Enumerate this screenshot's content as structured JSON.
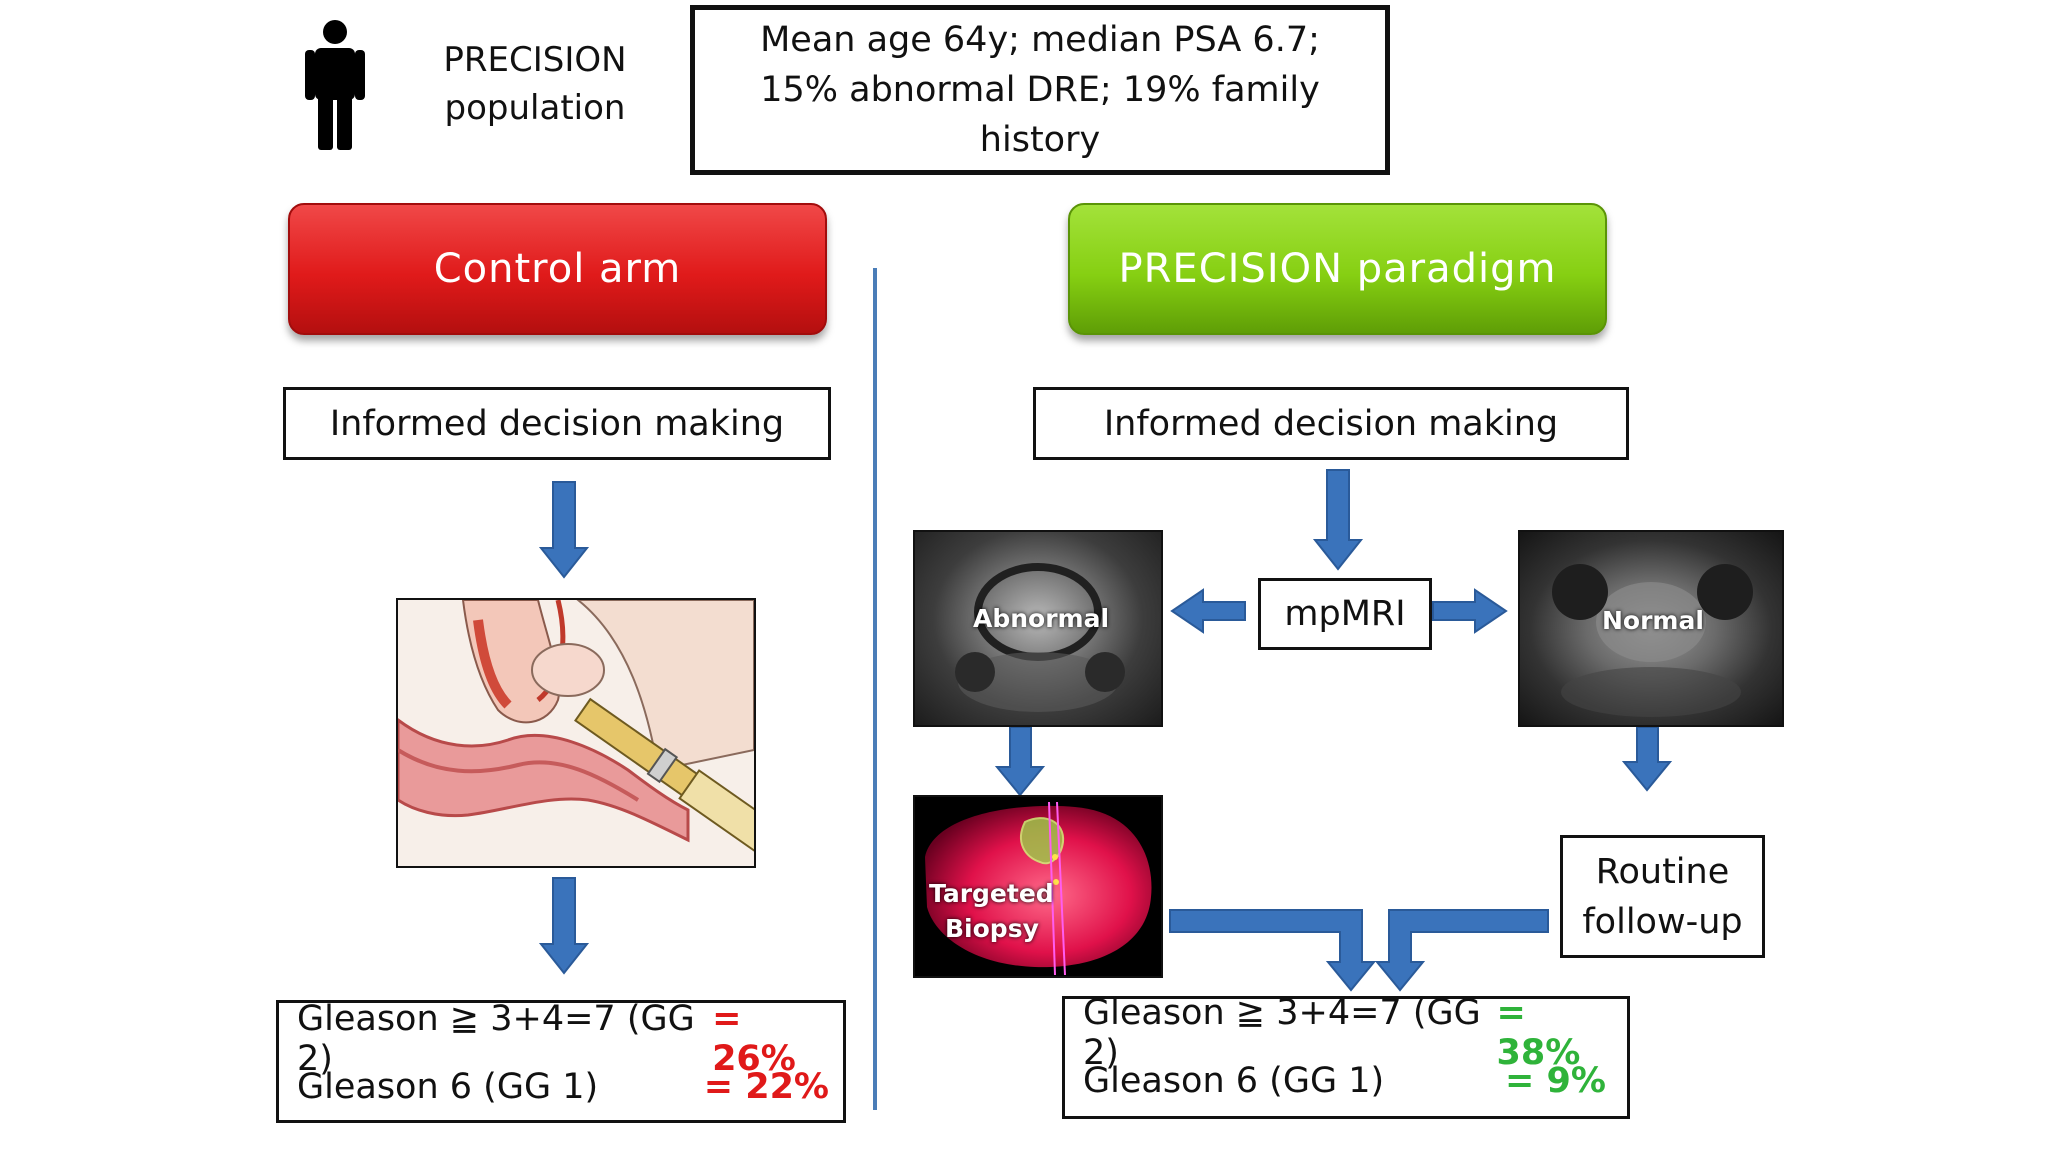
{
  "population": {
    "label_line1": "PRECISION",
    "label_line2": "population",
    "info_line1": "Mean age 64y; median PSA 6.7;",
    "info_line2": "15% abnormal DRE; 19% family history"
  },
  "control": {
    "title": "Control arm",
    "decision": "Informed decision making",
    "result_line1_label": "Gleason ≧ 3+4=7 (GG 2)",
    "result_line1_value": "= 26%",
    "result_line2_label": "Gleason 6 (GG 1)",
    "result_line2_value": "= 22%"
  },
  "precision": {
    "title": "PRECISION paradigm",
    "decision": "Informed decision making",
    "mpmri": "mpMRI",
    "abnormal": "Abnormal",
    "normal": "Normal",
    "targeted_line1": "Targeted",
    "targeted_line2": "Biopsy",
    "followup_line1": "Routine",
    "followup_line2": "follow-up",
    "result_line1_label": "Gleason ≧ 3+4=7 (GG 2)",
    "result_line1_value": "= 38%",
    "result_line2_label": "Gleason 6 (GG 1)",
    "result_line2_value": "= 9%"
  },
  "colors": {
    "control_red": "#e01a1a",
    "precision_green": "#86cf12",
    "arrow_blue": "#3a73bb",
    "divider_blue": "#4a7db8",
    "pct_red": "#e01919",
    "pct_green": "#2fb33a"
  },
  "icons": [
    "person-icon",
    "arrow-down-icon",
    "arrow-left-icon",
    "arrow-right-icon",
    "merge-arrow-icon"
  ]
}
